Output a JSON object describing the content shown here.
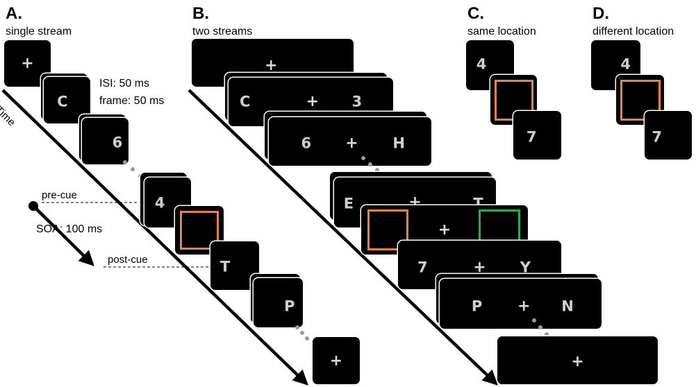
{
  "panels": {
    "a": {
      "label": "A.",
      "subtitle": "single stream"
    },
    "b": {
      "label": "B.",
      "subtitle": "two streams"
    },
    "c": {
      "label": "C.",
      "subtitle": "same location"
    },
    "d": {
      "label": "D.",
      "subtitle": "different location"
    }
  },
  "annotations": {
    "time": "Time",
    "isi": "ISI: 50 ms",
    "frame": "frame: 50 ms",
    "pre_cue": "pre-cue",
    "soa": "SOA: 100 ms",
    "post_cue": "post-cue"
  },
  "single_stream": [
    "+",
    "C",
    "6",
    "4",
    "T",
    "P",
    "+"
  ],
  "two_streams": [
    {
      "left": "",
      "center": "+",
      "right": ""
    },
    {
      "left": "C",
      "center": "+",
      "right": "3"
    },
    {
      "left": "6",
      "center": "+",
      "right": "H"
    },
    {
      "left": "E",
      "center": "+",
      "right": "T"
    },
    {
      "left": "",
      "center": "+",
      "right": ""
    },
    {
      "left": "7",
      "center": "+",
      "right": "Y"
    },
    {
      "left": "P",
      "center": "+",
      "right": "N"
    },
    {
      "left": "",
      "center": "+",
      "right": ""
    }
  ],
  "same_location": [
    "4",
    "7"
  ],
  "different_location": [
    "4",
    "7"
  ],
  "colors": {
    "frame": "#000000",
    "glyph": "#cfcfcf",
    "cue_orange": "#e8833a",
    "cue_green": "#22b04b",
    "dots": "#9a9a9a"
  }
}
